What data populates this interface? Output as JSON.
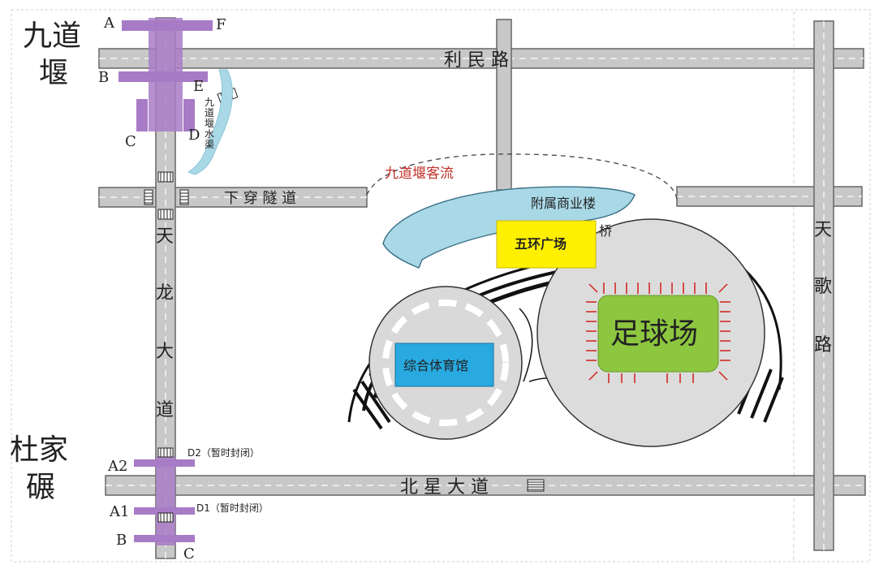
{
  "stations": {
    "jiudaoyan": {
      "name_line1": "九道",
      "name_line2": "堰",
      "exits": [
        "A",
        "F",
        "B",
        "E",
        "C",
        "D"
      ]
    },
    "dujianian": {
      "name_line1": "杜家",
      "name_line2": "碾",
      "exits": [
        "A2",
        "A1",
        "B",
        "C"
      ]
    }
  },
  "roads": {
    "limin": "利 民 路",
    "tunnel": "下 穿 隧 道",
    "beixing": "北 星 大 道",
    "tianlong": [
      "天",
      "龙",
      "大",
      "道"
    ],
    "tiange": [
      "天",
      "歌",
      "路"
    ]
  },
  "notes": {
    "d2": "D2（暂时封闭）",
    "d1": "D1（暂时封闭）",
    "crowd_flow": "九道堰客流",
    "canal": [
      "九",
      "道",
      "堰",
      "水",
      "渠"
    ],
    "bridge": "桥"
  },
  "venues": {
    "commercial": "附属商业楼",
    "plaza": "五环广场",
    "gym": "综合体育馆",
    "stadium": "足球场"
  },
  "colors": {
    "road": "#c8c8c8",
    "metro": "#a87bc6",
    "water": "#a9d8e6",
    "plaza": "#ffef00",
    "gym": "#28a9e0",
    "pitch": "#8dc63f",
    "gate_arrow": "#d0201a"
  }
}
